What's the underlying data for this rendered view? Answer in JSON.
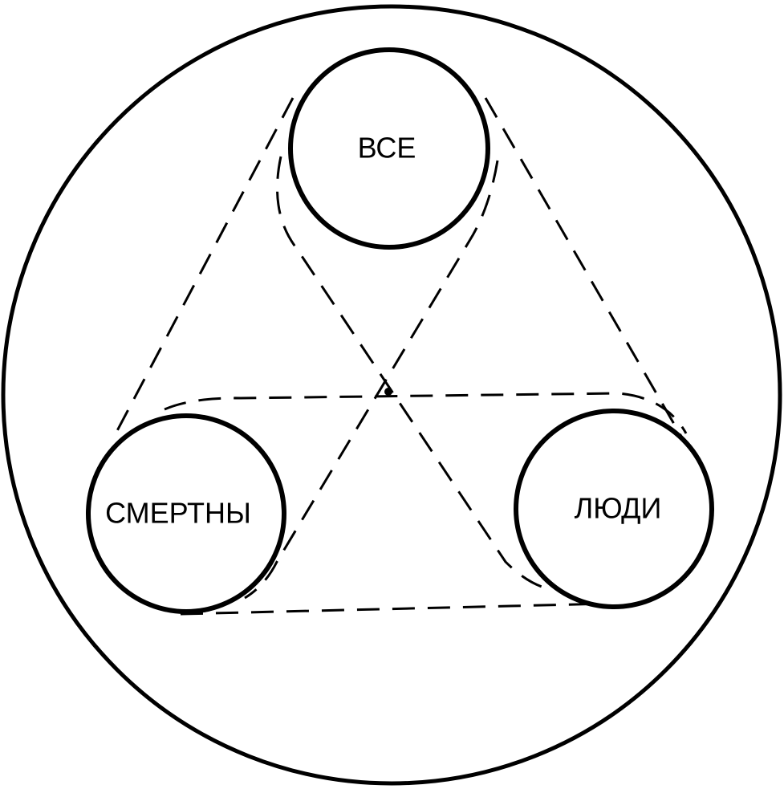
{
  "diagram": {
    "nodes": {
      "top": {
        "label": "ВСЕ"
      },
      "left": {
        "label": "СМЕРТНЫ"
      },
      "right": {
        "label": "ЛЮДИ"
      }
    },
    "colors": {
      "stroke": "#000000",
      "background": "#ffffff"
    }
  }
}
